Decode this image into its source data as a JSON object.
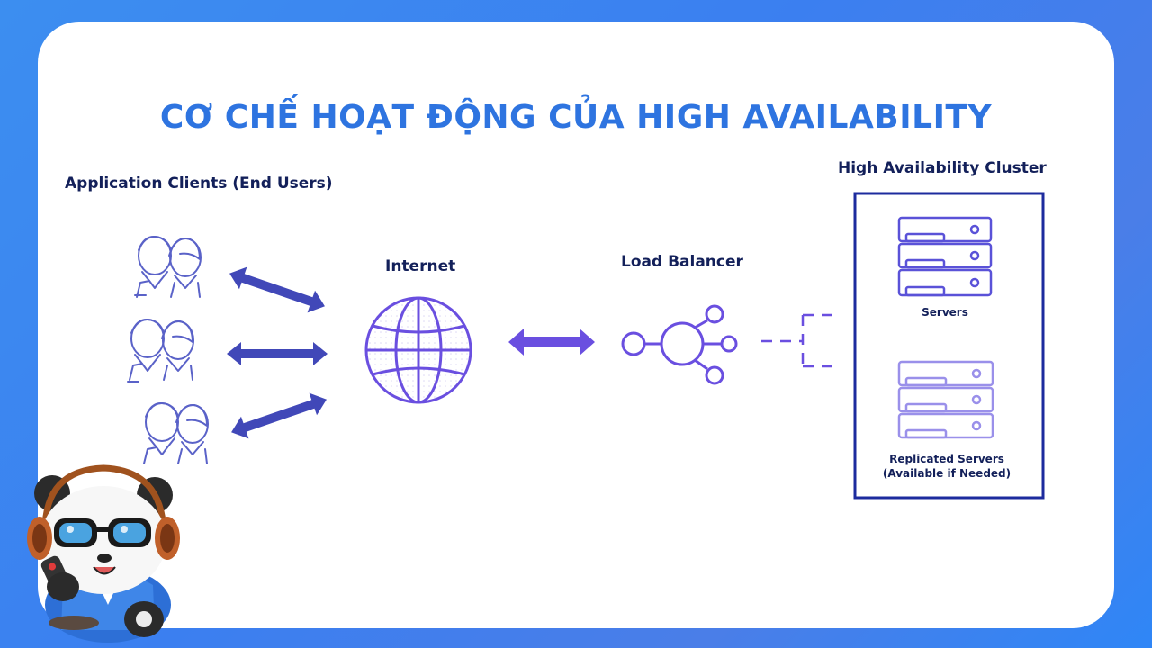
{
  "title": "CƠ CHẾ HOẠT ĐỘNG CỦA HIGH AVAILABILITY",
  "diagram": {
    "clients_label": "Application Clients (End Users)",
    "internet_label": "Internet",
    "load_balancer_label": "Load Balancer",
    "cluster_label": "High Availability Cluster",
    "servers_label": "Servers",
    "replicated_label_line1": "Replicated Servers",
    "replicated_label_line2": "(Available if Needed)"
  },
  "colors": {
    "background": "#3b84f0",
    "title": "#2e74e0",
    "arrow": "#4148b8",
    "icon": "#6a4fe0",
    "label": "#13205a",
    "cluster_border": "#1d2b9e"
  },
  "icons": [
    "user-pair-icon",
    "globe-icon",
    "load-balancer-icon",
    "server-rack-icon",
    "panda-mascot"
  ]
}
